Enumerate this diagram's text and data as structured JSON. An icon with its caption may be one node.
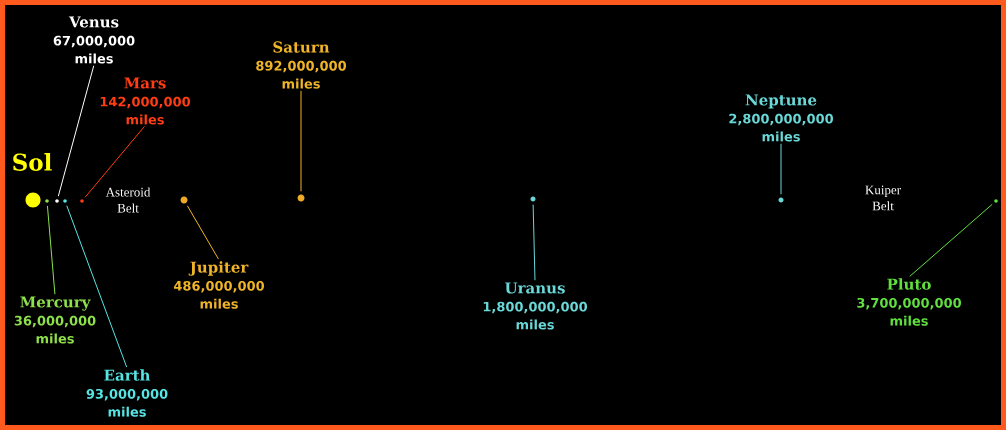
{
  "diagram": {
    "nodes": [
      {
        "text": [],
        "shape": "circle",
        "beside": [
          "Sol"
        ]
      },
      {
        "text": [],
        "shape": "circle"
      },
      {
        "text": [],
        "shape": "circle"
      },
      {
        "text": [],
        "shape": "circle"
      },
      {
        "text": [],
        "shape": "circle"
      },
      {
        "text": [],
        "shape": "circle"
      },
      {
        "text": [],
        "shape": "circle"
      },
      {
        "text": [],
        "shape": "circle"
      },
      {
        "text": [],
        "shape": "circle"
      },
      {
        "text": [],
        "shape": "circle"
      },
      {
        "text": [
          "Mercury",
          "36,000,000 miles"
        ]
      },
      {
        "text": [
          "Venus",
          "67,000,000 miles"
        ]
      },
      {
        "text": [
          "Earth",
          "93,000,000 miles"
        ]
      },
      {
        "text": [
          "Mars",
          "142,000,000 miles"
        ]
      },
      {
        "text": [
          "Jupiter",
          "486,000,000 miles"
        ]
      },
      {
        "text": [
          "Saturn",
          "892,000,000 miles"
        ]
      },
      {
        "text": [
          "Uranus",
          "1,800,000,000 miles"
        ]
      },
      {
        "text": [
          "Neptune",
          "2,800,000,000 miles"
        ]
      },
      {
        "text": [
          "Pluto",
          "3,700,000,000 miles"
        ]
      }
    ],
    "edges": [
      {
        "from": 10,
        "to": 1,
        "arrow": "none",
        "color": "#8ee04a"
      },
      {
        "from": 11,
        "to": 2,
        "arrow": "none",
        "color": "#ffffff"
      },
      {
        "from": 12,
        "to": 3,
        "arrow": "none",
        "color": "#55e5e5"
      },
      {
        "from": 13,
        "to": 4,
        "arrow": "none",
        "color": "#ff3c14"
      },
      {
        "from": 14,
        "to": 5,
        "arrow": "none",
        "color": "#f0b428"
      },
      {
        "from": 15,
        "to": 6,
        "arrow": "none",
        "color": "#f0b428"
      },
      {
        "from": 16,
        "to": 7,
        "arrow": "none",
        "color": "#6ad8d8"
      },
      {
        "from": 17,
        "to": 8,
        "arrow": "none",
        "color": "#6ad8d8"
      },
      {
        "from": 18,
        "to": 9,
        "arrow": "none",
        "color": "#60e040"
      }
    ],
    "labels": [
      "Asteroid Belt",
      "Kuiper Belt"
    ]
  }
}
